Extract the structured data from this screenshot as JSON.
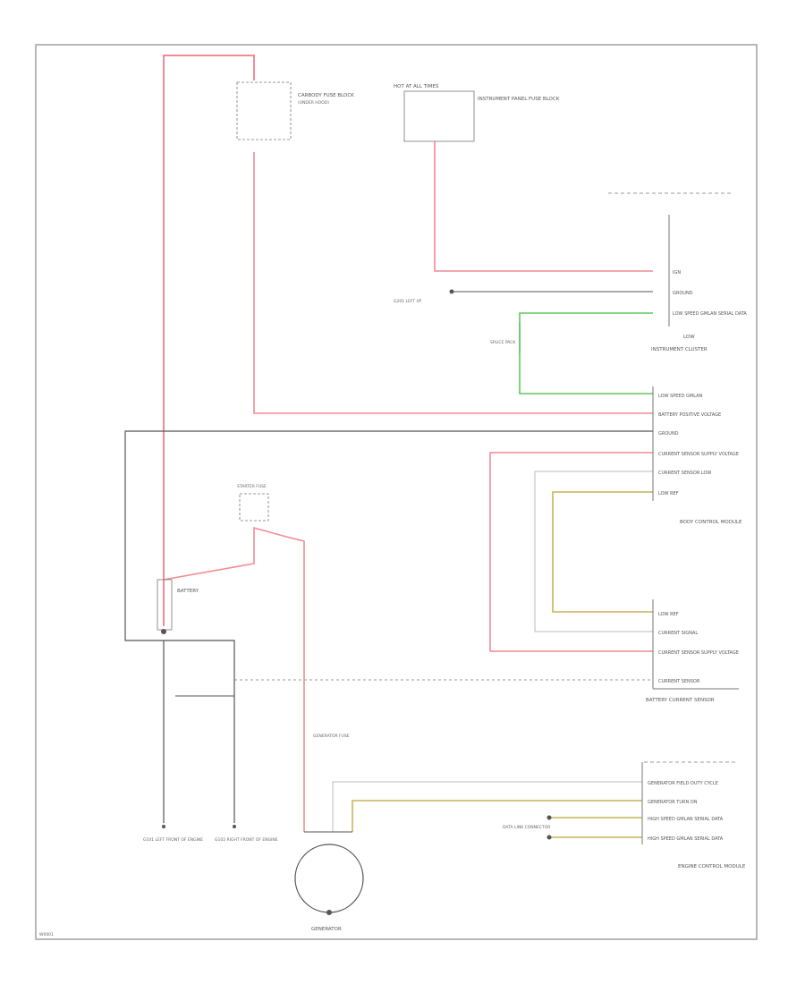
{
  "colors": {
    "wire_red": "#f08c94",
    "wire_green": "#5ec85e",
    "wire_yellow": "#c8b45a",
    "wire_black": "#555555",
    "wire_gray": "#bbbbbb",
    "frame": "#888888"
  },
  "labels": {
    "fuse_top_left": "CARBODY FUSE BLOCK",
    "fuse_top_left_sub": "(UNDER HOOD)",
    "fuse_top_right_header": "HOT AT ALL TIMES",
    "fuse_top_right": "INSTRUMENT PANEL FUSE BLOCK",
    "cluster_name": "INSTRUMENT CLUSTER",
    "cluster_pin_1": "IGN",
    "cluster_pin_2": "GROUND",
    "cluster_pin_3": "LOW SPEED GMLAN SERIAL DATA",
    "cluster_sub": "LOW",
    "ground_left": "G201 LEFT I/P",
    "splice_pack": "SPLICE PACK",
    "ecm_pin_1": "LOW SPEED GMLAN",
    "ecm_pin_2": "BATTERY POSITIVE VOLTAGE",
    "ecm_pin_3": "GROUND",
    "ecm_pin_4": "CURRENT SENSOR SUPPLY VOLTAGE",
    "ecm_pin_5": "CURRENT SENSOR LOW",
    "ecm_pin_6": "LOW REF",
    "ecm_name": "BODY CONTROL MODULE",
    "starter_fuse": "STARTER FUSE",
    "battery": "BATTERY",
    "sensor_pin_1": "LOW REF",
    "sensor_pin_2": "CURRENT SIGNAL",
    "sensor_pin_3": "CURRENT SENSOR SUPPLY VOLTAGE",
    "sensor_pin_4": "CURRENT SENSOR",
    "sensor_name": "BATTERY CURRENT SENSOR",
    "gen_fuse": "GENERATOR FUSE",
    "gen_pin_1": "GENERATOR FIELD DUTY CYCLE",
    "gen_pin_2": "GENERATOR TURN ON",
    "gen_pin_3": "HIGH SPEED GMLAN SERIAL DATA",
    "gen_pin_4": "HIGH SPEED GMLAN SERIAL DATA",
    "ecm2_name": "ENGINE CONTROL MODULE",
    "data_link": "DATA LINK CONNECTOR",
    "ground_g101": "G101 LEFT FRONT OF ENGINE",
    "ground_g102": "G102 RIGHT FRONT OF ENGINE",
    "generator": "GENERATOR",
    "footer_code": "W0001"
  }
}
